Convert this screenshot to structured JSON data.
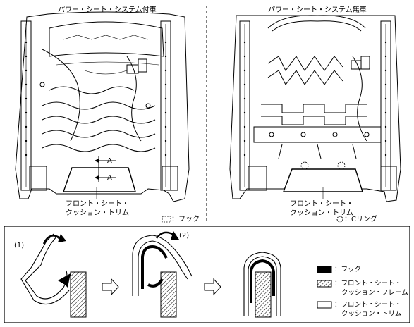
{
  "top_left": {
    "title": "パワー・シート・システム付車",
    "marker_a": "A",
    "label_line1": "フロント・シート・",
    "label_line2": "クッション・トリム",
    "hook_note": "：フック"
  },
  "top_right": {
    "title": "パワー・シート・システム無車",
    "label_line1": "フロント・シート・",
    "label_line2": "クッション・トリム",
    "cring_note": "：Cリング"
  },
  "bottom": {
    "step1": "(1)",
    "step2": "(2)",
    "legend": {
      "hook": "：フック",
      "frame_line1": "：フロント・シート・",
      "frame_line2": "クッション・フレーム",
      "trim_line1": "：フロント・シート・",
      "trim_line2": "クッション・トリム"
    }
  }
}
